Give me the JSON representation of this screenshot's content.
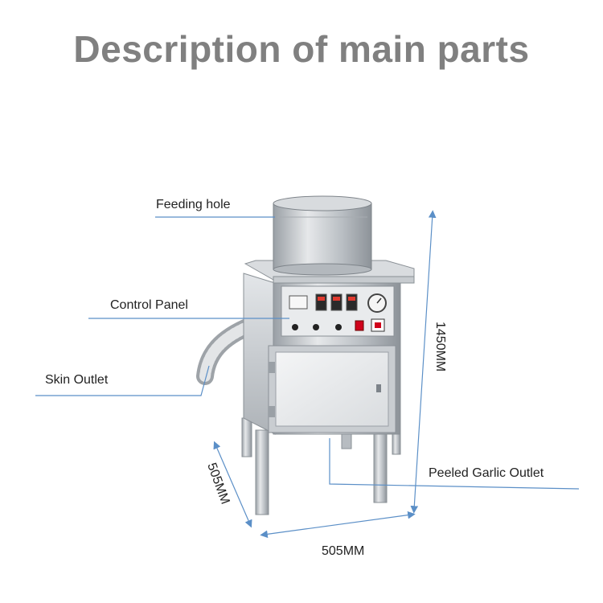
{
  "title": "Description of main parts",
  "labels": {
    "feeding_hole": "Feeding hole",
    "control_panel": "Control Panel",
    "skin_outlet": "Skin Outlet",
    "peeled_outlet": "Peeled Garlic Outlet"
  },
  "dimensions": {
    "height": "1450MM",
    "width": "505MM",
    "depth": "505MM"
  },
  "colors": {
    "title": "#808080",
    "leader_line": "#5b8fc7",
    "steel": "#c8ccd0",
    "power_button": "#d0021b"
  }
}
